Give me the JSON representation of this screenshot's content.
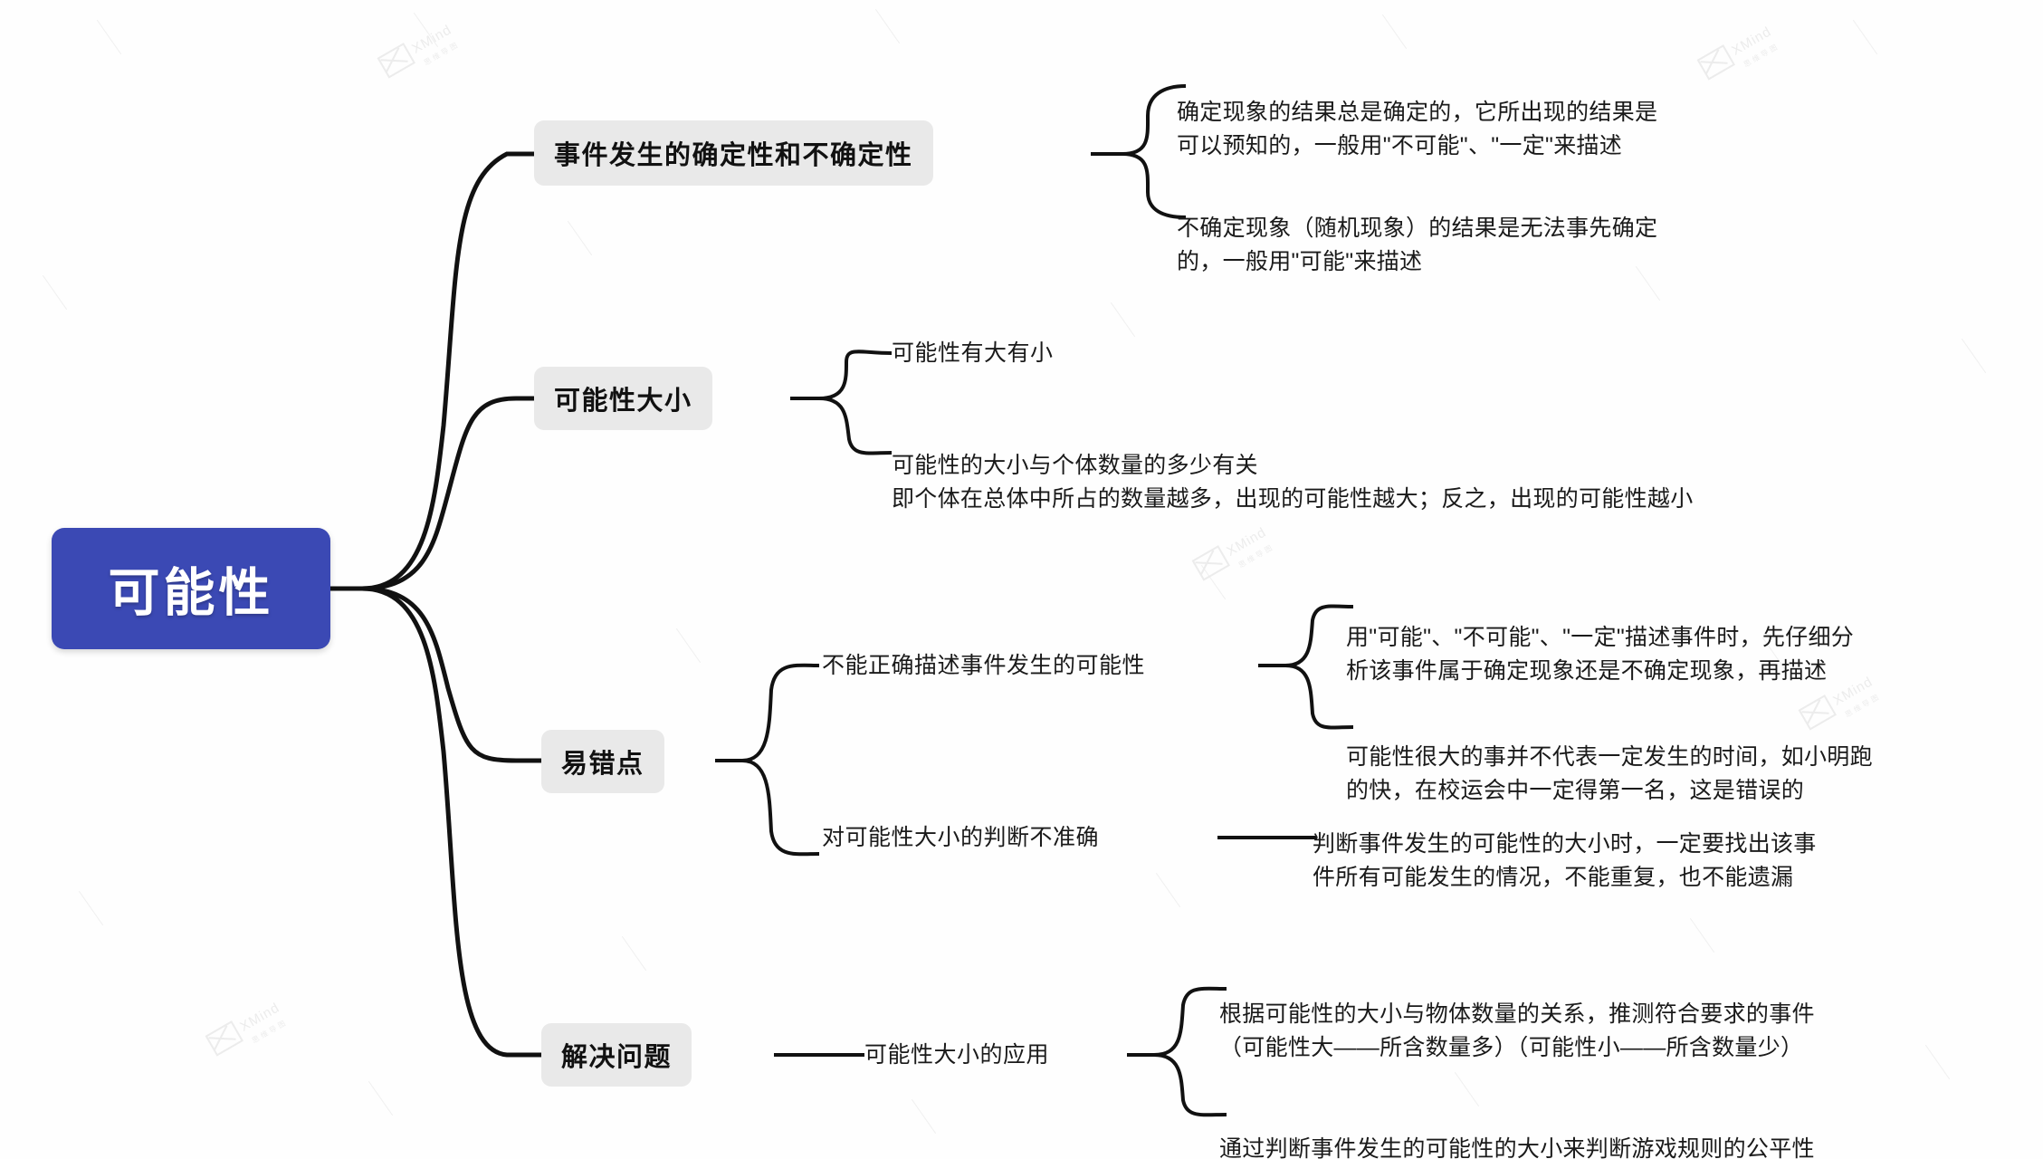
{
  "document": {
    "type": "mind-map",
    "title": "可能性",
    "accent_color": "#3b49b4",
    "branch_fill": "#e9e9e9",
    "line_color": "#111111",
    "background": "#ffffff",
    "watermark_text": "XMind",
    "watermark_subtext": "思维导图"
  },
  "root": {
    "label": "可能性"
  },
  "branches": [
    {
      "label": "事件发生的确定性和不确定性",
      "children": [
        {
          "label": "确定现象的结果总是确定的，它所出现的结果是\n可以预知的，一般用\"不可能\"、\"一定\"来描述"
        },
        {
          "label": "不确定现象（随机现象）的结果是无法事先确定\n的，一般用\"可能\"来描述"
        }
      ]
    },
    {
      "label": "可能性大小",
      "children": [
        {
          "label": "可能性有大有小"
        },
        {
          "label": "可能性的大小与个体数量的多少有关\n即个体在总体中所占的数量越多，出现的可能性越大；反之，出现的可能性越小"
        }
      ]
    },
    {
      "label": "易错点",
      "topics": [
        {
          "label": "不能正确描述事件发生的可能性",
          "children": [
            {
              "label": "用\"可能\"、\"不可能\"、\"一定\"描述事件时，先仔细分\n析该事件属于确定现象还是不确定现象，再描述"
            },
            {
              "label": "可能性很大的事并不代表一定发生的时间，如小明跑\n的快，在校运会中一定得第一名，这是错误的"
            }
          ]
        },
        {
          "label": "对可能性大小的判断不准确",
          "children": [
            {
              "label": "判断事件发生的可能性的大小时，一定要找出该事\n件所有可能发生的情况，不能重复，也不能遗漏"
            }
          ]
        }
      ]
    },
    {
      "label": "解决问题",
      "topics": [
        {
          "label": "可能性大小的应用",
          "children": [
            {
              "label": "根据可能性的大小与物体数量的关系，推测符合要求的事件\n（可能性大——所含数量多）（可能性小——所含数量少）"
            },
            {
              "label": "通过判断事件发生的可能性的大小来判断游戏规则的公平性"
            }
          ]
        }
      ]
    }
  ]
}
